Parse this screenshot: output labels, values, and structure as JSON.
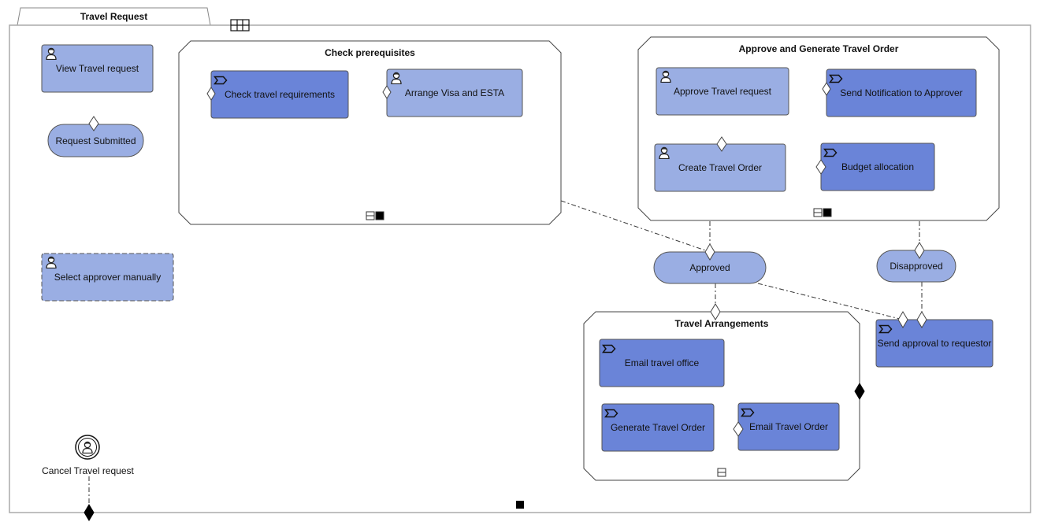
{
  "tab": {
    "label": "Travel Request"
  },
  "groups": {
    "check_prereq": "Check prerequisites",
    "approve_generate": "Approve and Generate Travel Order",
    "travel_arrangements": "Travel Arrangements"
  },
  "tasks": {
    "view_travel_request": "View Travel request",
    "check_travel_requirements": "Check travel requirements",
    "arrange_visa": "Arrange Visa and ESTA",
    "approve_travel_request": "Approve Travel request",
    "send_notification": "Send Notification to Approver",
    "create_travel_order": "Create Travel Order",
    "budget_allocation": "Budget allocation",
    "select_approver": "Select approver manually",
    "send_approval": "Send approval to requestor",
    "email_travel_office": "Email travel office",
    "generate_travel_order": "Generate Travel Order",
    "email_travel_order": "Email Travel Order"
  },
  "states": {
    "request_submitted": "Request Submitted",
    "approved": "Approved",
    "disapproved": "Disapproved"
  },
  "events": {
    "cancel_travel_request": "Cancel Travel request"
  },
  "colors": {
    "human_task": "#9aaee3",
    "service_task": "#6a84d8",
    "stroke": "#555555",
    "border": "#aaaaaa"
  }
}
